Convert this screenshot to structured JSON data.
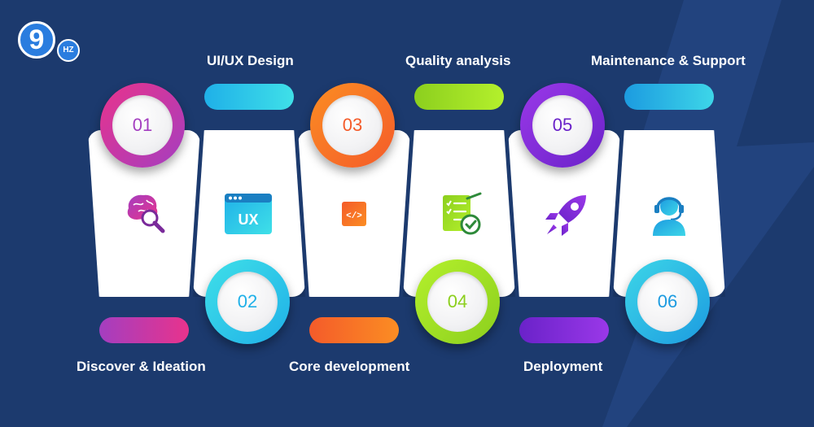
{
  "brand": {
    "logo_number": "9",
    "logo_suffix": "HZ"
  },
  "steps": [
    {
      "number": "01",
      "label": "Discover & Ideation",
      "icon": "brain-search-icon",
      "color_start": "#a43ec0",
      "color_end": "#e8338c"
    },
    {
      "number": "02",
      "label": "UI/UX Design",
      "icon": "ux-window-icon",
      "color_start": "#1fb0e8",
      "color_end": "#3fe0e8"
    },
    {
      "number": "03",
      "label": "Core development",
      "icon": "chip-code-icon",
      "color_start": "#f45b2a",
      "color_end": "#fb8d23"
    },
    {
      "number": "04",
      "label": "Quality analysis",
      "icon": "checklist-icon",
      "color_start": "#8ccf1e",
      "color_end": "#b4f02c"
    },
    {
      "number": "05",
      "label": "Deployment",
      "icon": "rocket-icon",
      "color_start": "#6a22c9",
      "color_end": "#9a38e8"
    },
    {
      "number": "06",
      "label": "Maintenance & Support",
      "icon": "headset-support-icon",
      "color_start": "#1c9be0",
      "color_end": "#3dd6e8"
    }
  ]
}
